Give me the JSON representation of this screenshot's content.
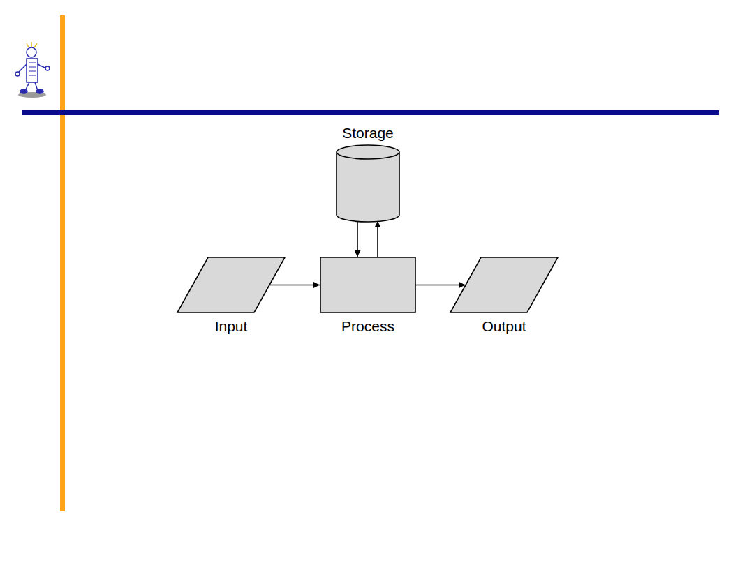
{
  "diagram": {
    "nodes": [
      {
        "text": [
          "Storage"
        ]
      },
      {
        "text": [
          "Input"
        ]
      },
      {
        "text": [
          "Process"
        ]
      },
      {
        "text": [
          "Output"
        ]
      }
    ],
    "edges": [
      {
        "from": 0,
        "to": 2,
        "arrow": "to"
      },
      {
        "from": 2,
        "to": 0,
        "arrow": "to"
      },
      {
        "from": 1,
        "to": 2,
        "arrow": "to"
      },
      {
        "from": 2,
        "to": 3,
        "arrow": "to"
      }
    ]
  }
}
